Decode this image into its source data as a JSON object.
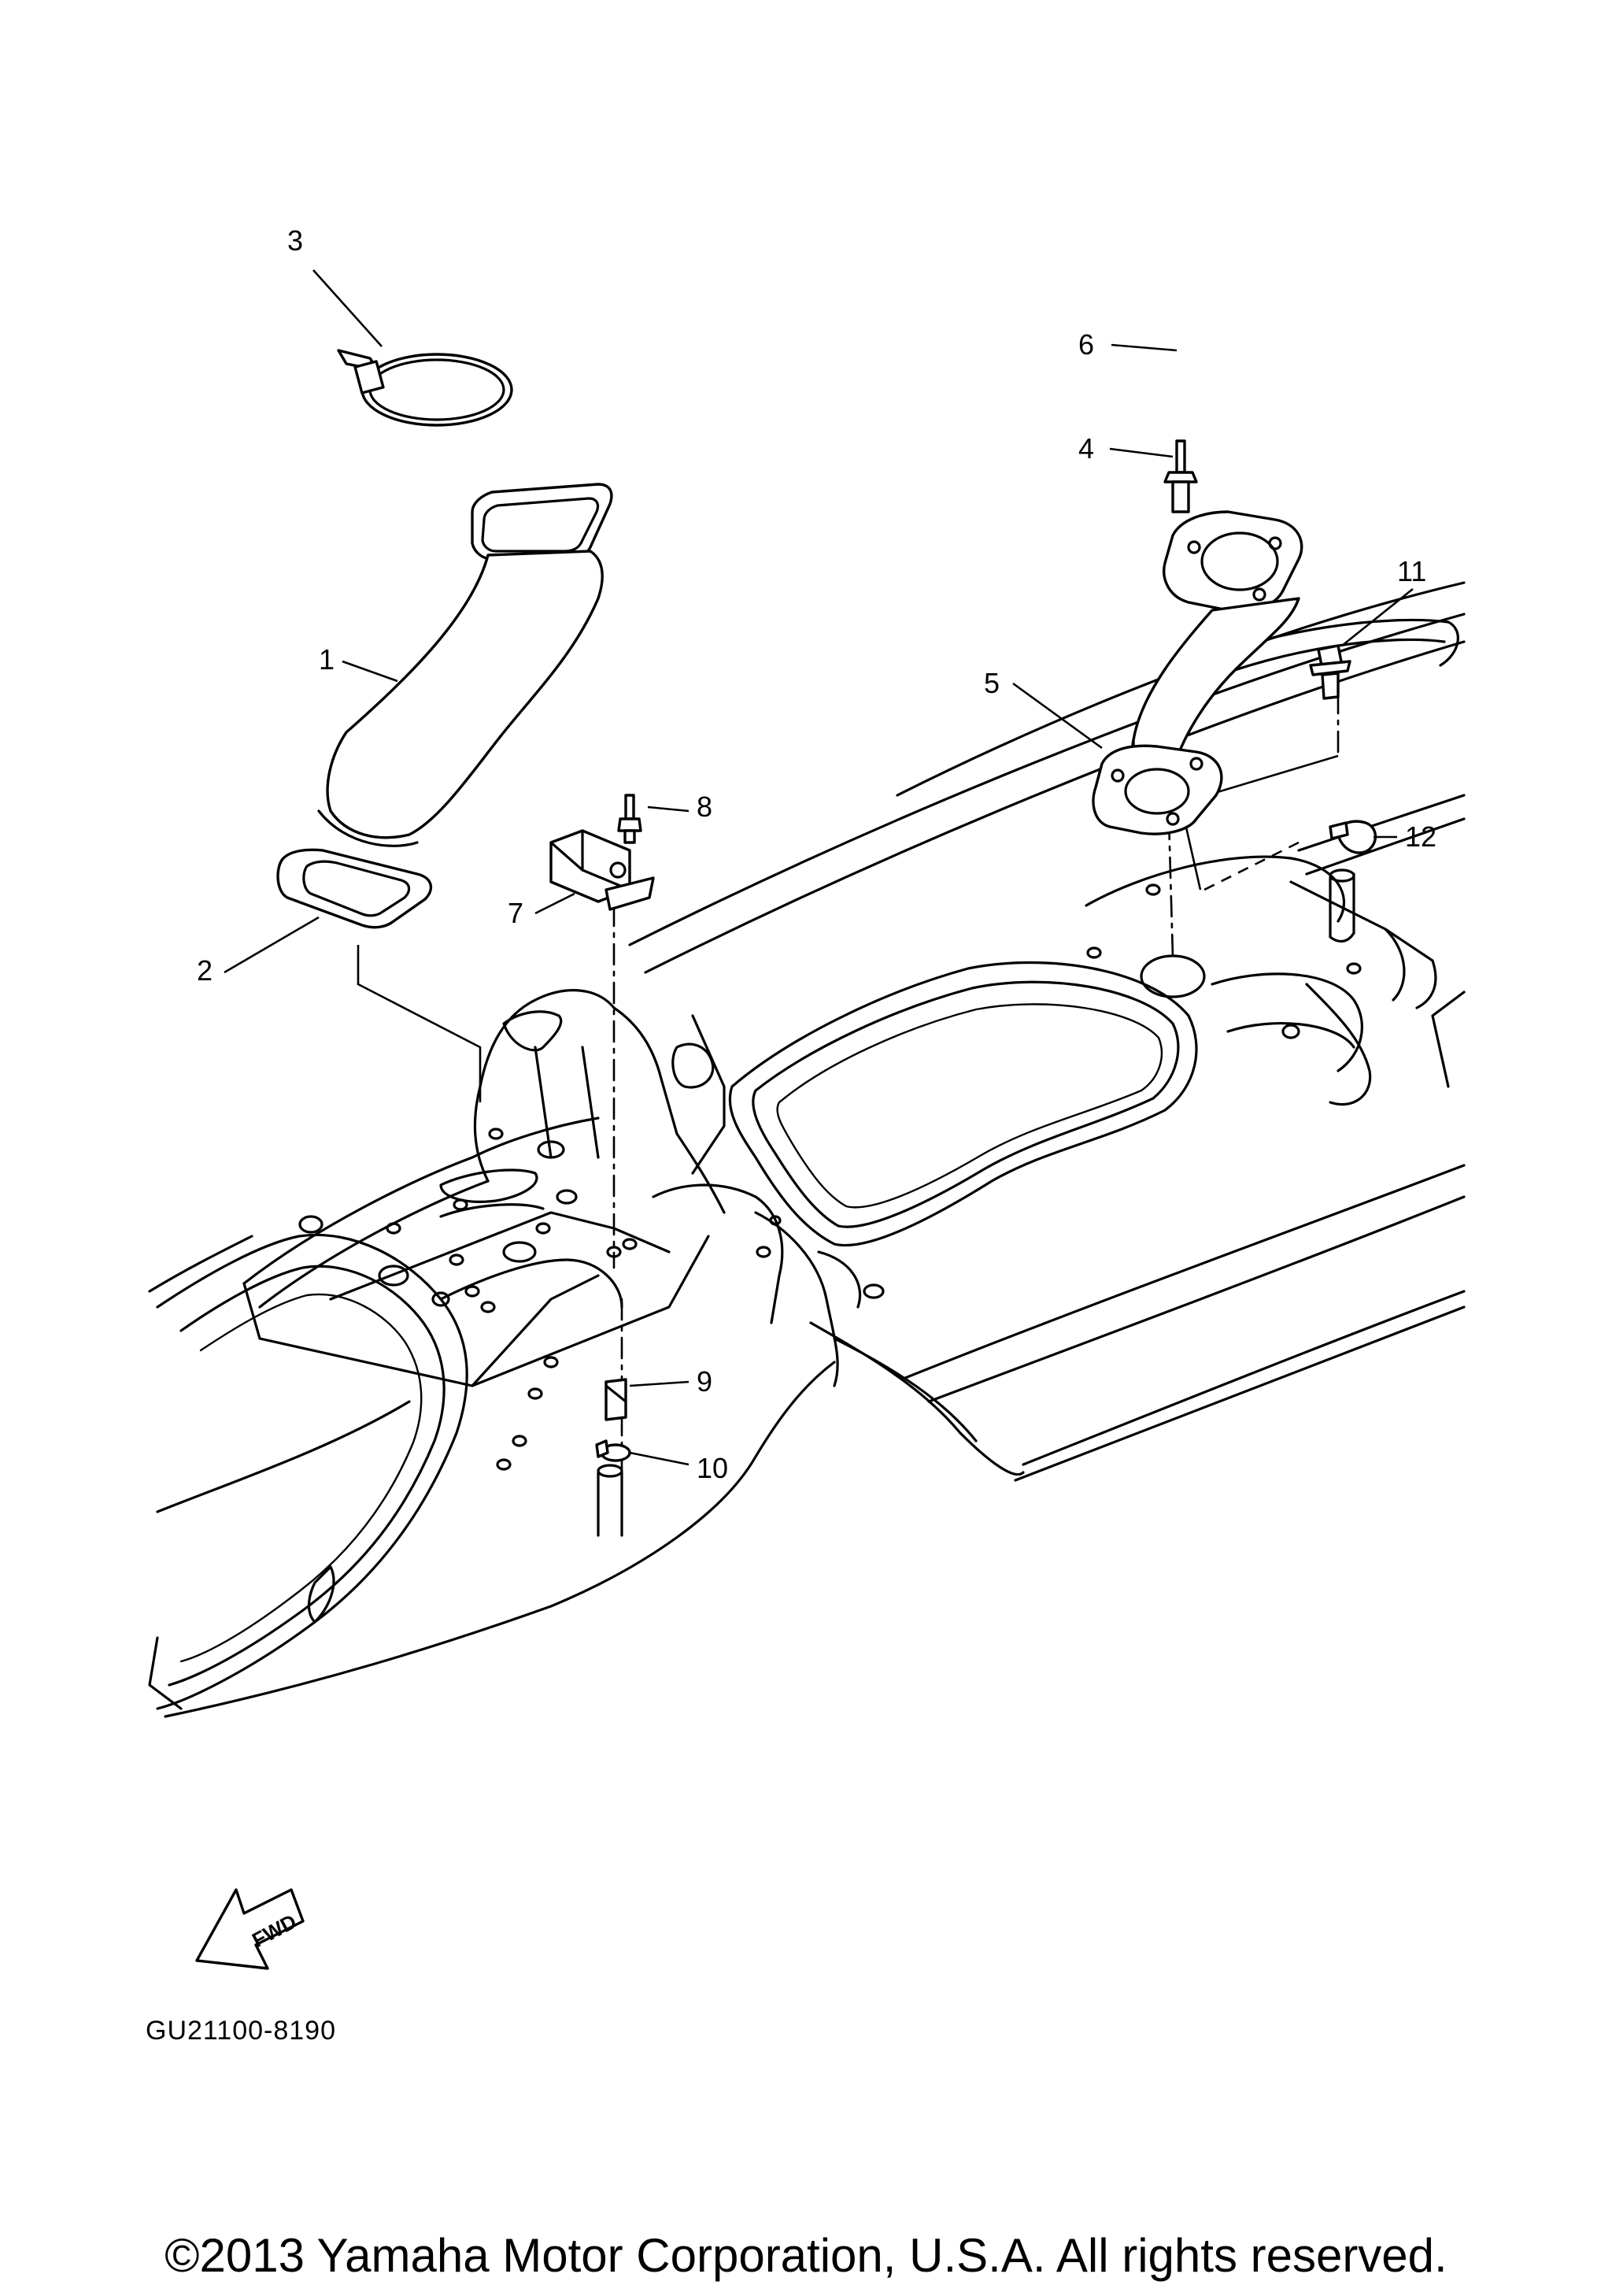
{
  "diagram": {
    "callouts": [
      {
        "id": "1",
        "label": "1"
      },
      {
        "id": "2",
        "label": "2"
      },
      {
        "id": "3",
        "label": "3"
      },
      {
        "id": "4",
        "label": "4"
      },
      {
        "id": "5",
        "label": "5"
      },
      {
        "id": "6",
        "label": "6"
      },
      {
        "id": "7",
        "label": "7"
      },
      {
        "id": "8",
        "label": "8"
      },
      {
        "id": "9",
        "label": "9"
      },
      {
        "id": "10",
        "label": "10"
      },
      {
        "id": "11",
        "label": "11"
      },
      {
        "id": "12",
        "label": "12"
      }
    ],
    "fwd_label": "FWD",
    "reference_code": "GU21100-8190"
  },
  "footer": {
    "copyright": "©2013 Yamaha Motor Corporation, U.S.A. All rights reserved."
  }
}
